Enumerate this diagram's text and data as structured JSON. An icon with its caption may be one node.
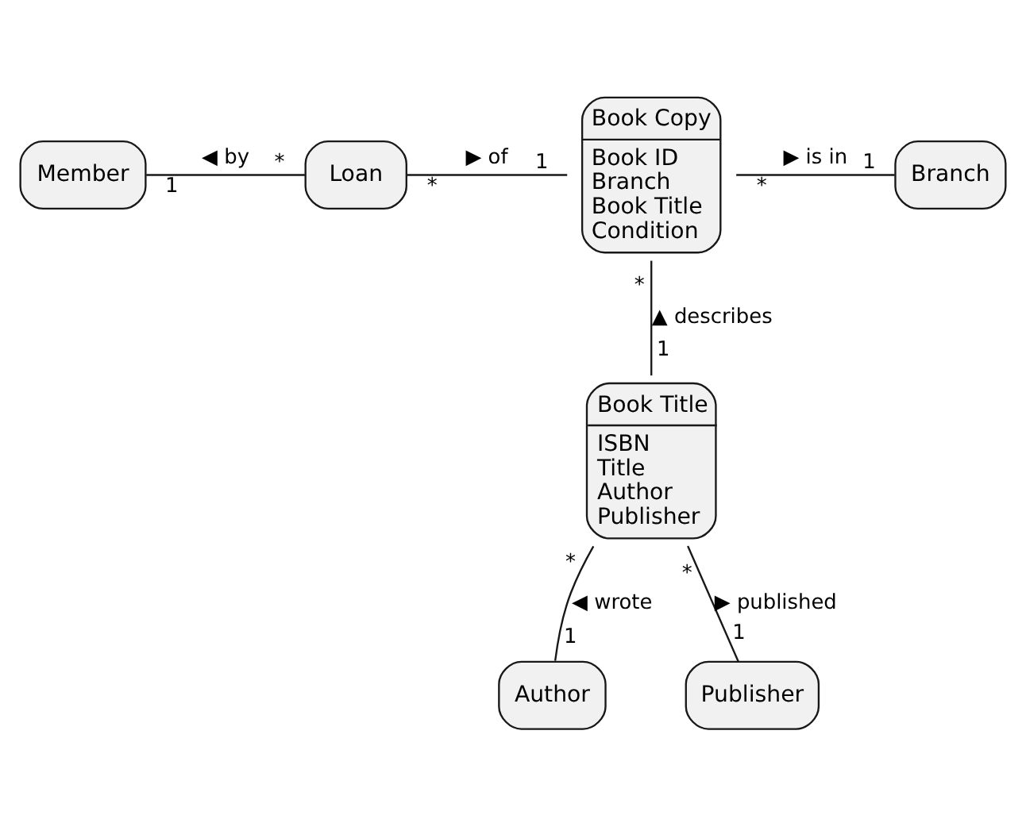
{
  "diagram": {
    "nodes": [
      {
        "text": [
          "Member"
        ]
      },
      {
        "text": [
          "Loan"
        ]
      },
      {
        "text": [
          "Book Copy",
          "Book ID",
          "Branch",
          "Book Title",
          "Condition"
        ]
      },
      {
        "text": [
          "Branch"
        ]
      },
      {
        "text": [
          "Book Title",
          "ISBN",
          "Title",
          "Author",
          "Publisher"
        ]
      },
      {
        "text": [
          "Author"
        ]
      },
      {
        "text": [
          "Publisher"
        ]
      }
    ],
    "edges": [
      {
        "from": 0,
        "to": 1,
        "arrow": "none",
        "label": "◀ by"
      },
      {
        "from": 1,
        "to": 2,
        "arrow": "none",
        "label": "▶ of"
      },
      {
        "from": 2,
        "to": 3,
        "arrow": "none",
        "label": "▶ is in"
      },
      {
        "from": 2,
        "to": 4,
        "arrow": "none",
        "label": "▲ describes"
      },
      {
        "from": 4,
        "to": 5,
        "arrow": "none",
        "label": "◀ wrote"
      },
      {
        "from": 4,
        "to": 6,
        "arrow": "none",
        "label": "▶ published"
      }
    ],
    "labels": [
      "1",
      "*",
      "*",
      "1",
      "*",
      "1",
      "*",
      "1",
      "*",
      "1",
      "*",
      "1"
    ]
  }
}
